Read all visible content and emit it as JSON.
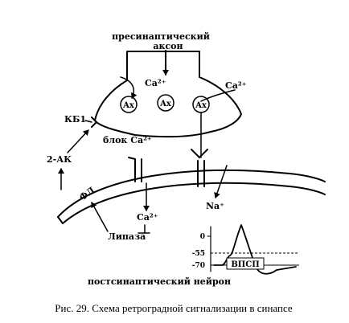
{
  "labels": {
    "presynaptic_line1": "пресинаптический",
    "presynaptic_line2": "аксон",
    "ca_top": "Ca²⁺",
    "ca_right": "Ca²⁺",
    "ca_post": "Ca²⁺",
    "ax_1": "Ax",
    "ax_2": "Ax",
    "ax_3": "Ax",
    "kb1": "КБ1",
    "ca_block": "блок Ca²⁺",
    "two_ak": "2-АК",
    "fl": "ФЛ",
    "na": "Na⁺",
    "lipase": "Липаза",
    "postsynaptic_neuron": "постсинаптический нейрон"
  },
  "graph": {
    "ticks": [
      "0",
      "-55",
      "-70"
    ],
    "title": "ВПСП"
  },
  "caption": "Рис. 29. Схема ретроградной сигнализации в синапсе"
}
